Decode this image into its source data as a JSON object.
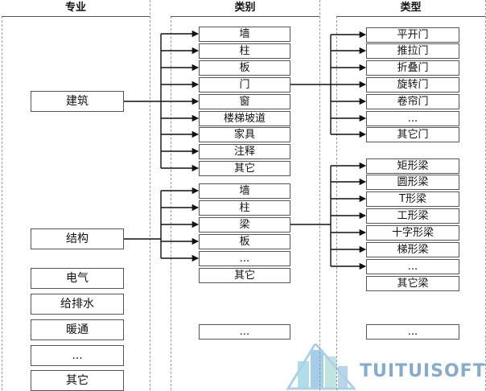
{
  "headers": {
    "major": "专业",
    "category": "类别",
    "type": "类型"
  },
  "majors": [
    "建筑",
    "结构",
    "电气",
    "给排水",
    "暖通",
    "...",
    "其它"
  ],
  "arch_categories": [
    "墙",
    "柱",
    "板",
    "门",
    "窗",
    "楼梯坡道",
    "家具",
    "注释",
    "其它"
  ],
  "struct_categories": [
    "墙",
    "柱",
    "梁",
    "板",
    "...",
    "其它"
  ],
  "other_category": "...",
  "door_types": [
    "平开门",
    "推拉门",
    "折叠门",
    "旋转门",
    "卷帘门",
    "...",
    "其它门"
  ],
  "beam_types": [
    "矩形梁",
    "圆形梁",
    "T形梁",
    "工形梁",
    "十字形梁",
    "梯形梁",
    "...",
    "其它梁"
  ],
  "other_type": "...",
  "watermark": {
    "text": "TUITUISOFT",
    "logo": "building-logo-icon",
    "color": "#5d8fbf"
  }
}
